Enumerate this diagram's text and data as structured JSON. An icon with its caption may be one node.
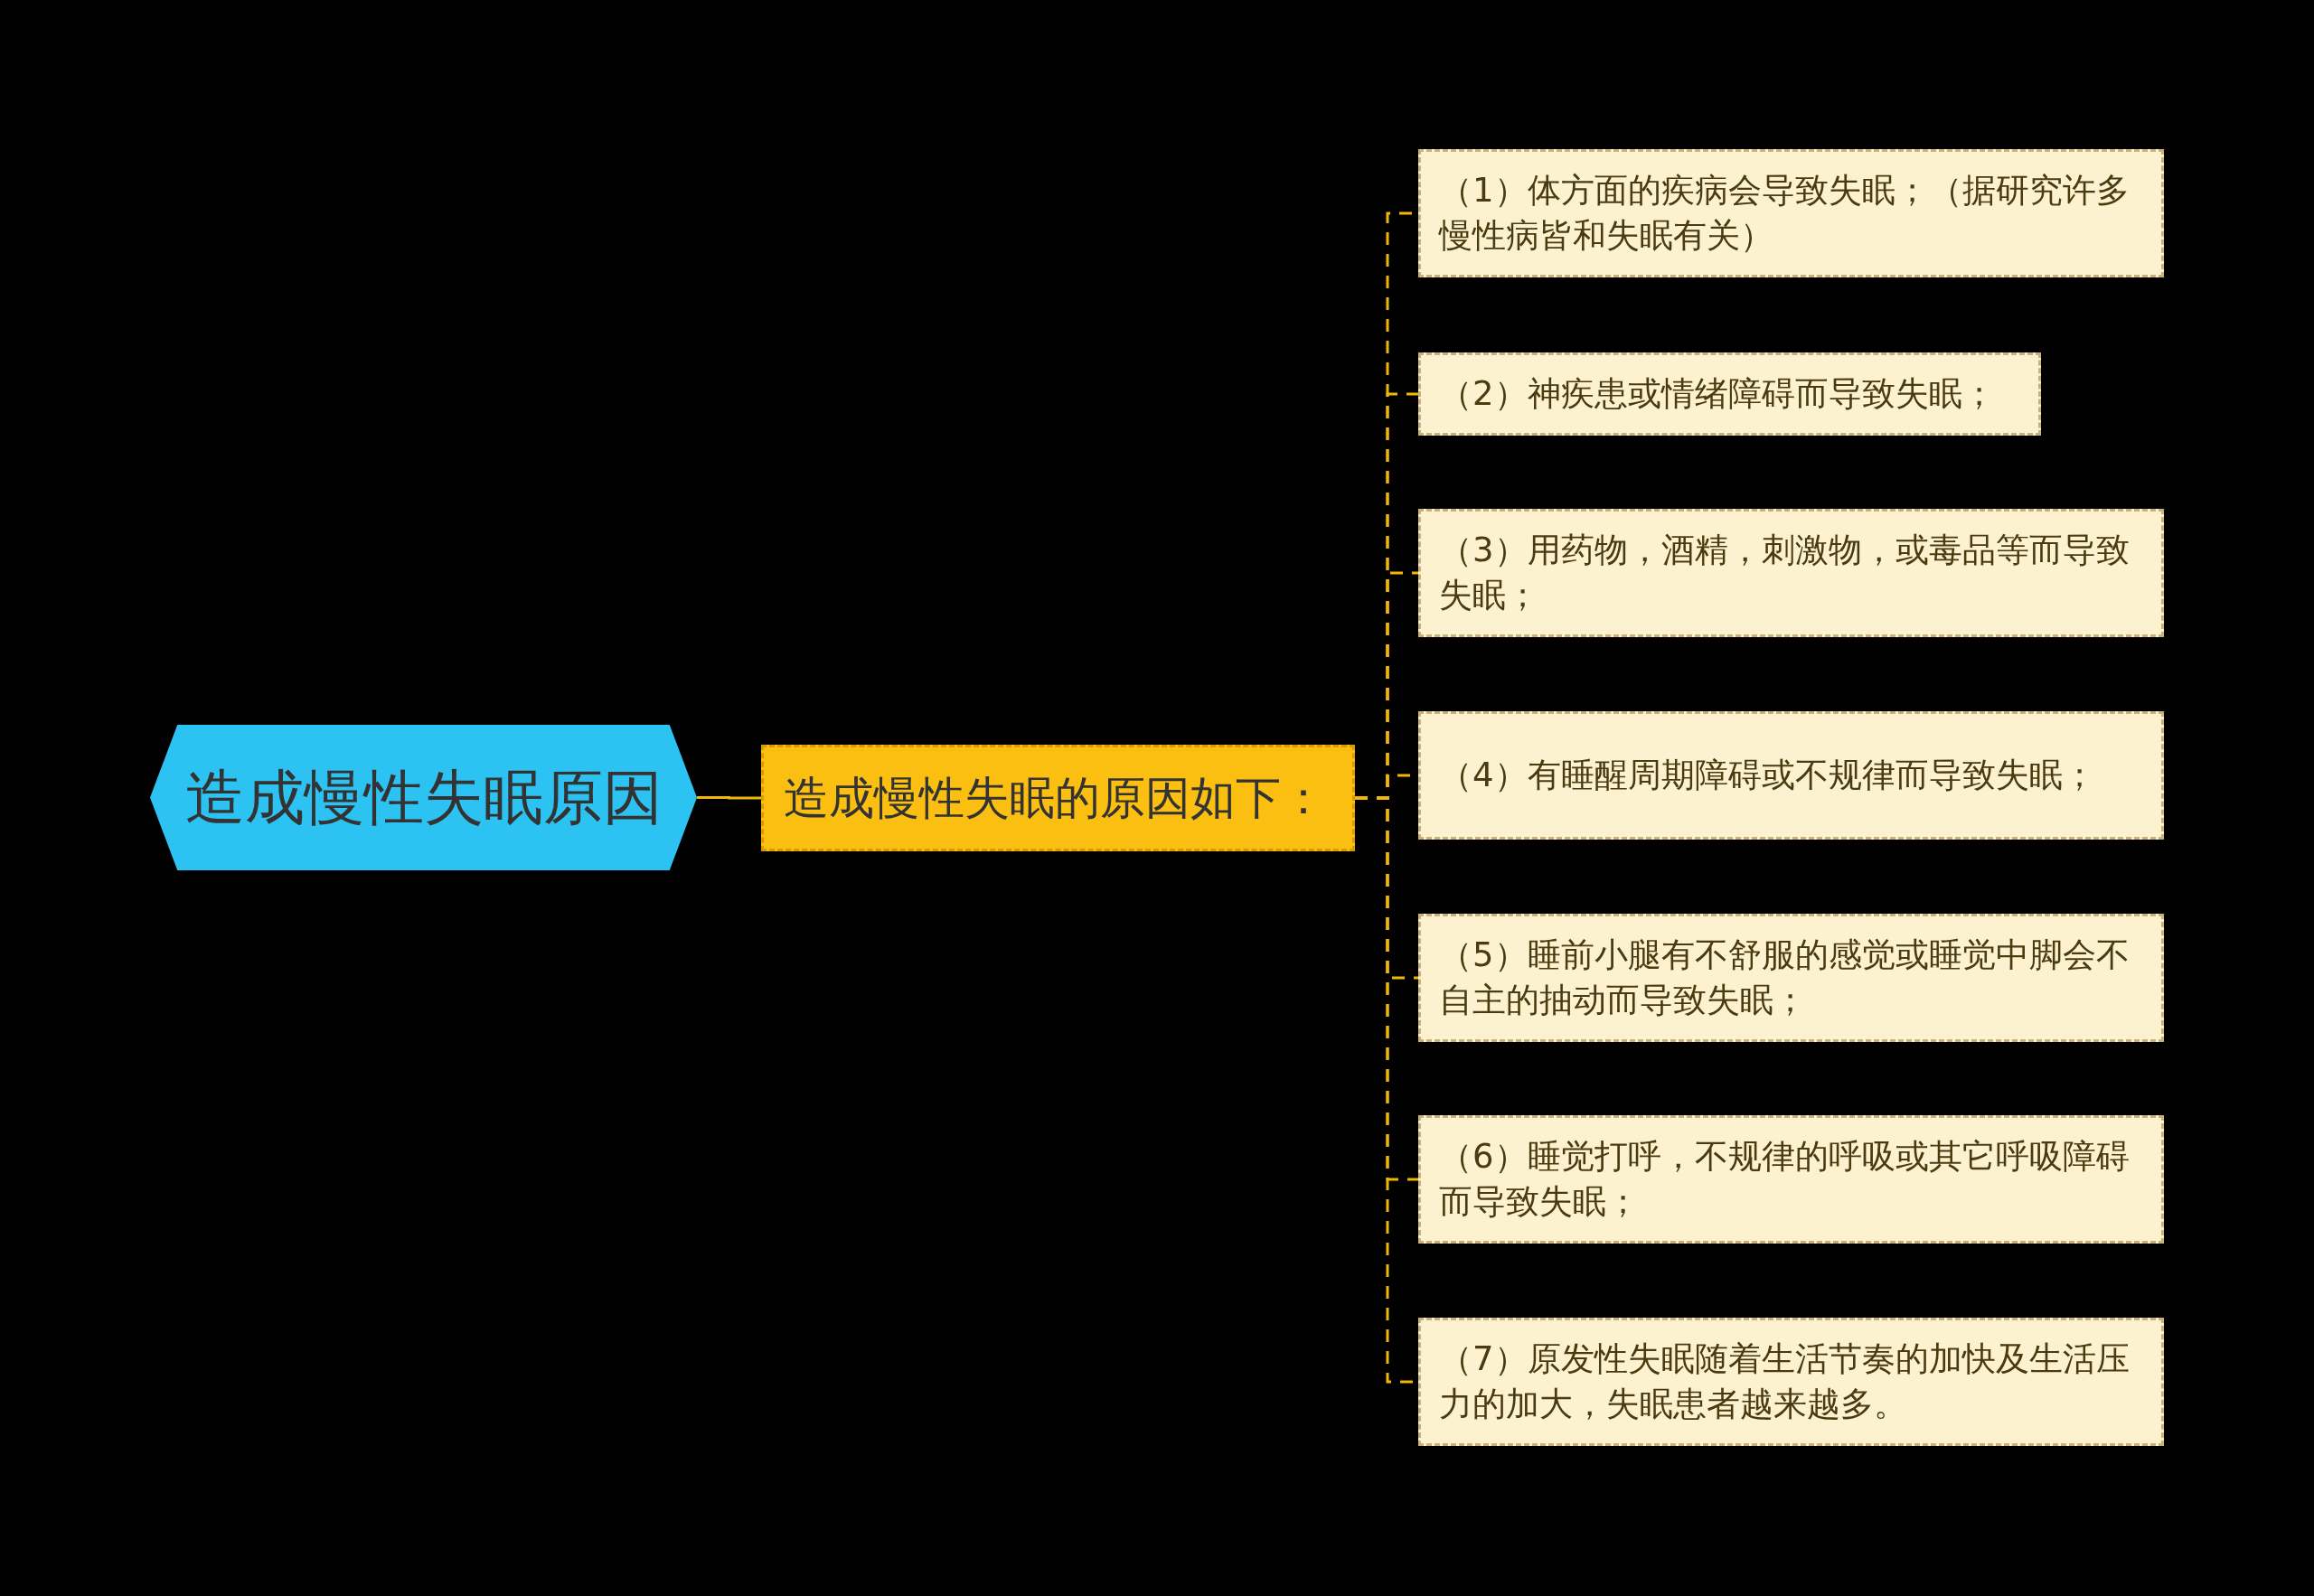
{
  "diagram": {
    "nodes": [
      {
        "text": [
          "造成慢性失眠原因"
        ]
      },
      {
        "text": [
          "造成慢性失眠的原因如下："
        ]
      },
      {
        "text": [
          "（1）体方面的疾病会导致失眠；（据研究许多慢性病皆和失眠有关）"
        ]
      },
      {
        "text": [
          "（2）神疾患或情绪障碍而导致失眠；"
        ]
      },
      {
        "text": [
          "（3）用药物，酒精，刺激物，或毒品等而导致失眠；"
        ]
      },
      {
        "text": [
          "（4）有睡醒周期障碍或不规律而导致失眠；"
        ]
      },
      {
        "text": [
          "（5）睡前小腿有不舒服的感觉或睡觉中脚会不自主的抽动而导致失眠；"
        ]
      },
      {
        "text": [
          "（6）睡觉打呼，不规律的呼吸或其它呼吸障碍而导致失眠；"
        ]
      },
      {
        "text": [
          "（7）原发性失眠随着生活节奏的加快及生活压力的加大，失眠患者越来越多。"
        ]
      }
    ],
    "edges": [
      {
        "from": 0,
        "to": 1,
        "arrow": "none"
      },
      {
        "from": 1,
        "to": 2,
        "arrow": "none",
        "style": "dashed"
      },
      {
        "from": 1,
        "to": 3,
        "arrow": "none",
        "style": "dashed"
      },
      {
        "from": 1,
        "to": 4,
        "arrow": "none",
        "style": "dashed"
      },
      {
        "from": 1,
        "to": 5,
        "arrow": "none",
        "style": "dashed"
      },
      {
        "from": 1,
        "to": 6,
        "arrow": "none",
        "style": "dashed"
      },
      {
        "from": 1,
        "to": 7,
        "arrow": "none",
        "style": "dashed"
      },
      {
        "from": 1,
        "to": 8,
        "arrow": "none",
        "style": "dashed"
      }
    ]
  }
}
